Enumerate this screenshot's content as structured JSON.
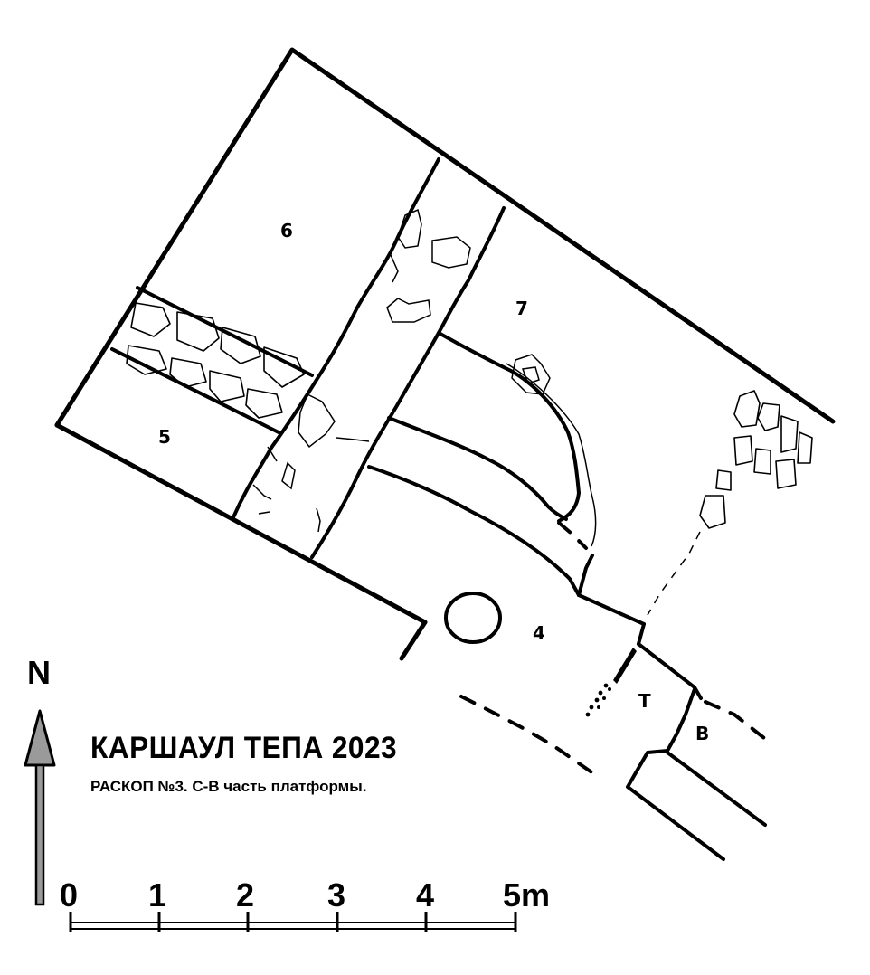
{
  "title": "КАРШАУЛ ТЕПА 2023",
  "subtitle": "РАСКОП №3. С-В часть платформы.",
  "north_label": "N",
  "rooms": {
    "room_6": "6",
    "room_7": "7",
    "room_5": "5",
    "room_4": "4",
    "room_t": "Т",
    "room_b": "В"
  },
  "scale": {
    "ticks": [
      "0",
      "1",
      "2",
      "3",
      "4",
      "5m"
    ]
  },
  "colors": {
    "ink": "#000000",
    "arrow_fill": "#9a9a9a",
    "paper": "#ffffff"
  }
}
